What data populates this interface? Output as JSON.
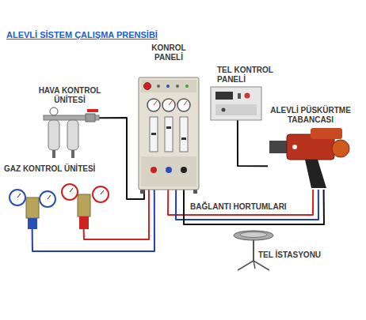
{
  "diagram": {
    "title": "ALEVLİ SİSTEM ÇALIŞMA PRENSİBİ",
    "nodes": [
      {
        "text": [
          "KONROL PANELİ"
        ]
      },
      {
        "text": [
          "TEL KONTROL PANELİ"
        ]
      },
      {
        "text": [
          "HAVA KONTROL ÜNİTESİ"
        ]
      },
      {
        "text": [
          "ALEVLİ PÜSKÜRTME TABANCASI"
        ]
      },
      {
        "text": [
          "GAZ KONTROL ÜNİTESİ"
        ]
      },
      {
        "text": [
          "TEL İSTASYONU"
        ]
      }
    ],
    "edges": [
      {
        "from": 2,
        "to": 0,
        "arrow": "none"
      },
      {
        "from": 4,
        "to": 0,
        "arrow": "none"
      },
      {
        "from": 4,
        "to": 0,
        "arrow": "none"
      },
      {
        "from": 0,
        "to": 3,
        "arrow": "none"
      },
      {
        "from": 0,
        "to": 3,
        "arrow": "none"
      },
      {
        "from": 0,
        "to": 3,
        "arrow": "none"
      },
      {
        "from": 1,
        "to": 3,
        "arrow": "none"
      }
    ],
    "labels": [
      "BAĞLANTI HORTUMLARI"
    ]
  }
}
